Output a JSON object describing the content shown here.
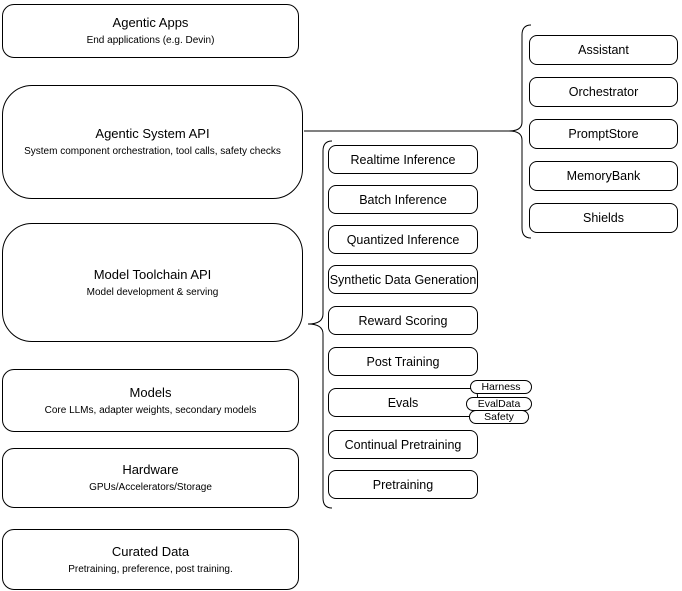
{
  "left_stack": [
    {
      "title": "Agentic Apps",
      "subtitle": "End applications (e.g. Devin)"
    },
    {
      "title": "Agentic System API",
      "subtitle": "System component orchestration, tool calls, safety checks"
    },
    {
      "title": "Model Toolchain API",
      "subtitle": "Model development & serving"
    },
    {
      "title": "Models",
      "subtitle": "Core LLMs, adapter weights, secondary models"
    },
    {
      "title": "Hardware",
      "subtitle": "GPUs/Accelerators/Storage"
    },
    {
      "title": "Curated Data",
      "subtitle": "Pretraining, preference, post training."
    }
  ],
  "toolchain": {
    "items": [
      "Realtime Inference",
      "Batch Inference",
      "Quantized Inference",
      "Synthetic Data Generation",
      "Reward Scoring",
      "Post Training",
      "Evals",
      "Continual Pretraining",
      "Pretraining"
    ],
    "evals_tags": [
      "Harness",
      "EvalData",
      "Safety"
    ]
  },
  "system_components": [
    "Assistant",
    "Orchestrator",
    "PromptStore",
    "MemoryBank",
    "Shields"
  ],
  "colors": {
    "stroke": "#000000",
    "background": "#ffffff",
    "text": "#000000"
  }
}
